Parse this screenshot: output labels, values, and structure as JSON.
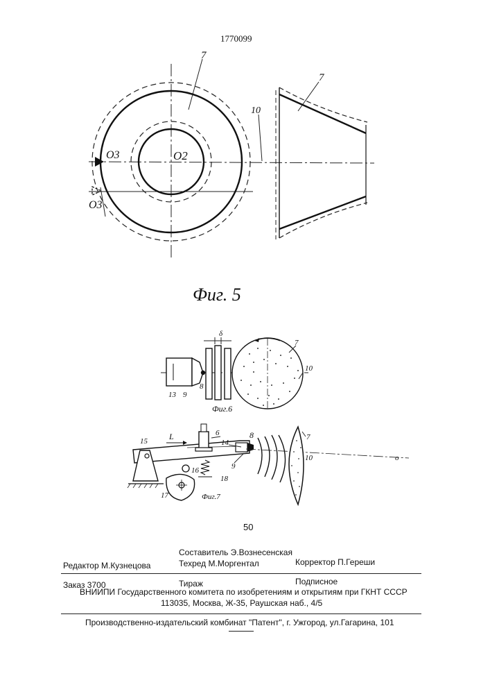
{
  "header": {
    "patent_number": "1770099"
  },
  "figure5": {
    "caption": "Фиг. 5",
    "labels": {
      "wheel_left": "7",
      "wheel_right": "7",
      "line_ref": "10",
      "center_o2": "O2",
      "center_o3": "O3",
      "center_o3_prime": "O3"
    }
  },
  "figure6": {
    "caption": "Фиг.6",
    "labels": {
      "gap": "δ",
      "wheel": "7",
      "axis": "10",
      "tool": "8",
      "holder_13": "13",
      "holder_9": "9"
    }
  },
  "figure7": {
    "caption": "Фиг.7",
    "labels": {
      "pivot": "15",
      "feed": "L",
      "spindle": "6",
      "lever": "14",
      "tool": "8",
      "wheel": "7",
      "axis": "10",
      "holder": "9",
      "roller": "16",
      "cam": "17",
      "spring": "18",
      "stray": "о"
    }
  },
  "page_number": "50",
  "footer": {
    "compiler": "Составитель Э.Вознесенская",
    "editor": "Редактор  М.Кузнецова",
    "techred": "Техред М.Моргентал",
    "corrector": "Корректор  П.Гереши",
    "order": "Заказ  3700",
    "circulation": "Тираж",
    "subscription": "Подписное",
    "vniipi": "ВНИИПИ Государственного комитета по изобретениям и открытиям при ГКНТ СССР",
    "address": "113035, Москва, Ж-35, Раушская наб., 4/5",
    "publisher": "Производственно-издательский комбинат \"Патент\", г. Ужгород, ул.Гагарина, 101"
  }
}
